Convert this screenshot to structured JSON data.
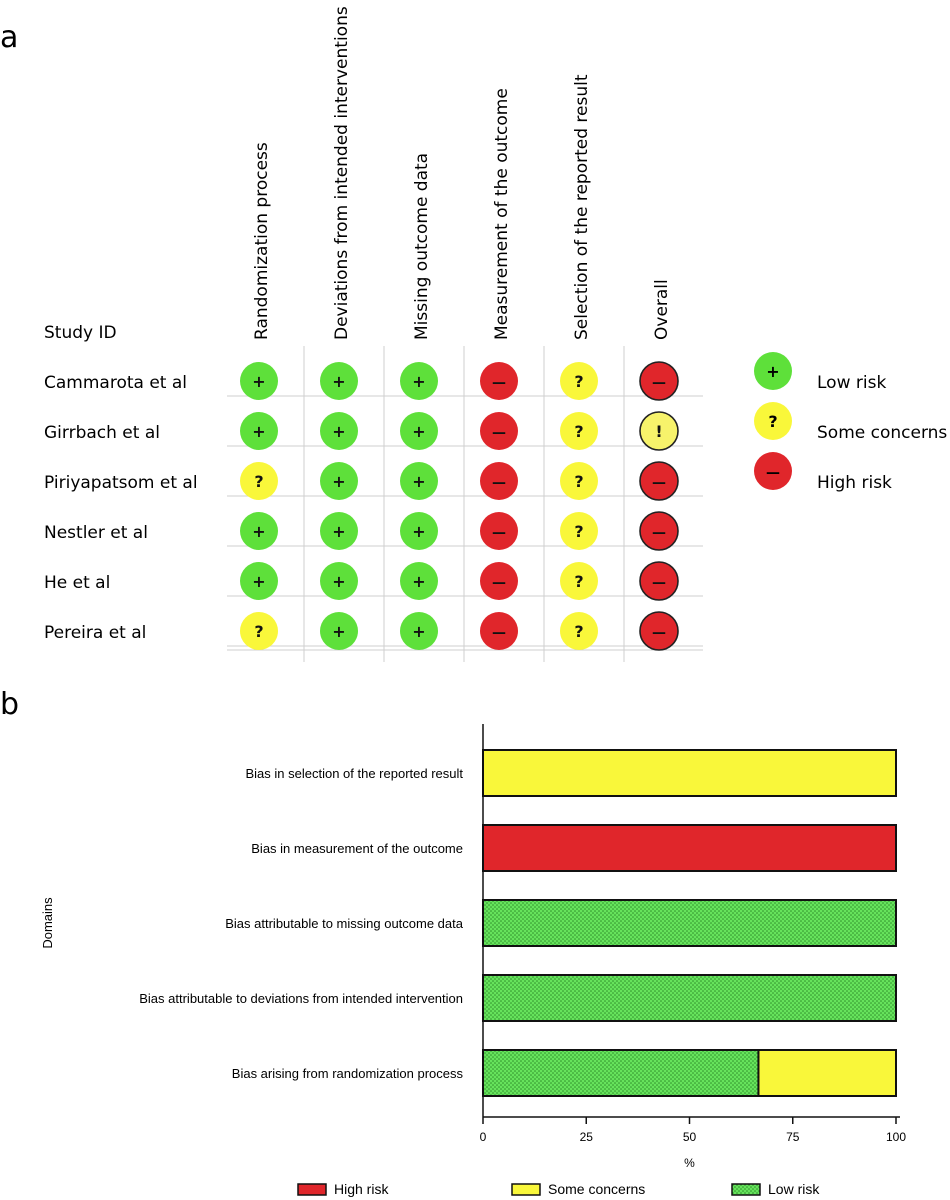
{
  "colors": {
    "low": "#5ee03a",
    "some": "#f9f73a",
    "high": "#e0262b",
    "overall_some": "#f7f36b",
    "line": "#cfcfcf",
    "bar_low_fill": "#66e35c",
    "bar_low_dot": "#2e8f2a"
  },
  "symbols": {
    "low": "+",
    "some": "?",
    "high": "—",
    "overall_some": "!"
  },
  "chart_data": [
    {
      "type": "table",
      "panel_label": "a",
      "row_header": "Study ID",
      "columns": [
        "Randomization process",
        "Deviations from intended interventions",
        "Missing outcome data",
        "Measurement of the outcome",
        "Selection of the reported result",
        "Overall"
      ],
      "rows": [
        {
          "study": "Cammarota et al",
          "judgements": [
            "low",
            "low",
            "low",
            "high",
            "some",
            "high"
          ]
        },
        {
          "study": "Girrbach et al",
          "judgements": [
            "low",
            "low",
            "low",
            "high",
            "some",
            "some"
          ]
        },
        {
          "study": "Piriyapatsom et al",
          "judgements": [
            "some",
            "low",
            "low",
            "high",
            "some",
            "high"
          ]
        },
        {
          "study": "Nestler et al",
          "judgements": [
            "low",
            "low",
            "low",
            "high",
            "some",
            "high"
          ]
        },
        {
          "study": "He et al",
          "judgements": [
            "low",
            "low",
            "low",
            "high",
            "some",
            "high"
          ]
        },
        {
          "study": "Pereira et al",
          "judgements": [
            "some",
            "low",
            "low",
            "high",
            "some",
            "high"
          ]
        }
      ],
      "legend": [
        {
          "key": "low",
          "label": "Low risk"
        },
        {
          "key": "some",
          "label": "Some concerns"
        },
        {
          "key": "high",
          "label": "High risk"
        }
      ]
    },
    {
      "type": "bar",
      "orientation": "horizontal",
      "stacked": true,
      "panel_label": "b",
      "categories": [
        "Bias in selection of the reported result",
        "Bias in measurement of the outcome",
        "Bias attributable to missing outcome data",
        "Bias attributable to deviations from intended intervention",
        "Bias arising from randomization process"
      ],
      "series": [
        {
          "name": "Low risk",
          "key": "low",
          "values": [
            0,
            0,
            100,
            100,
            66.7
          ]
        },
        {
          "name": "Some concerns",
          "key": "some",
          "values": [
            100,
            0,
            0,
            0,
            33.3
          ]
        },
        {
          "name": "High risk",
          "key": "high",
          "values": [
            0,
            100,
            0,
            0,
            0
          ]
        }
      ],
      "legend_order": [
        "high",
        "some",
        "low"
      ],
      "xlabel": "%",
      "ylabel": "Domains",
      "xlim": [
        0,
        100
      ],
      "xticks": [
        "0",
        "25",
        "50",
        "75",
        "100"
      ],
      "legend_position": "bottom"
    }
  ]
}
